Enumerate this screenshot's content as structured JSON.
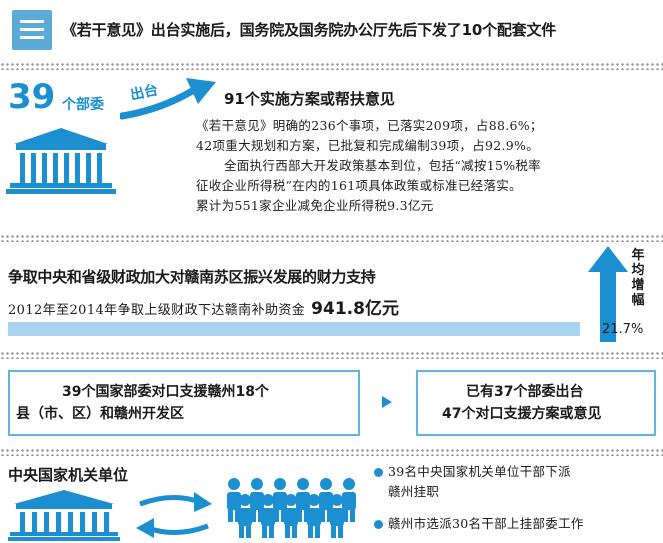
{
  "header": {
    "title": "《若干意见》出台实施后，国务院及国务院办公厅先后下发了10个配套文件",
    "icon": "document-icon"
  },
  "section1": {
    "big_number": "39",
    "number_suffix": "个部委",
    "arrow_label": "出台",
    "title": "91个实施方案或帮扶意见",
    "body_lines": [
      "《若干意见》明确的236个事项，已落实209项，占88.6%；",
      "42项重大规划和方案，已批复和完成编制39项，占92.9%。",
      "全面执行西部大开发政策基本到位，包括“减按15%税率",
      "征收企业所得税”在内的161项具体政策或标准已经落实。",
      "累计为551家企业减免企业所得税9.3亿元"
    ]
  },
  "section2": {
    "title": "争取中央和省级财政加大对赣南苏区振兴发展的财力支持",
    "desc": "2012年至2014年争取上级财政下达赣南补助资金",
    "amount": "941.8亿元",
    "growth_label": "年均增幅",
    "growth_value": "21.7%",
    "growth_fraction": 0.217
  },
  "section3": {
    "left_line1": "39个国家部委对口支援赣州18个",
    "left_line2": "县（市、区）和赣州开发区",
    "right_line1": "已有37个部委出台",
    "right_line2": "47个对口支援方案或意见"
  },
  "section4": {
    "title": "中央国家机关单位",
    "bullets": [
      "39名中央国家机关单位干部下派",
      "赣州挂职",
      "赣州市选派30名干部上挂部委工作"
    ]
  },
  "colors": {
    "accent": "#1b8fd0",
    "light_blue": "#a9d4ee",
    "box_border": "#62b3e0"
  }
}
